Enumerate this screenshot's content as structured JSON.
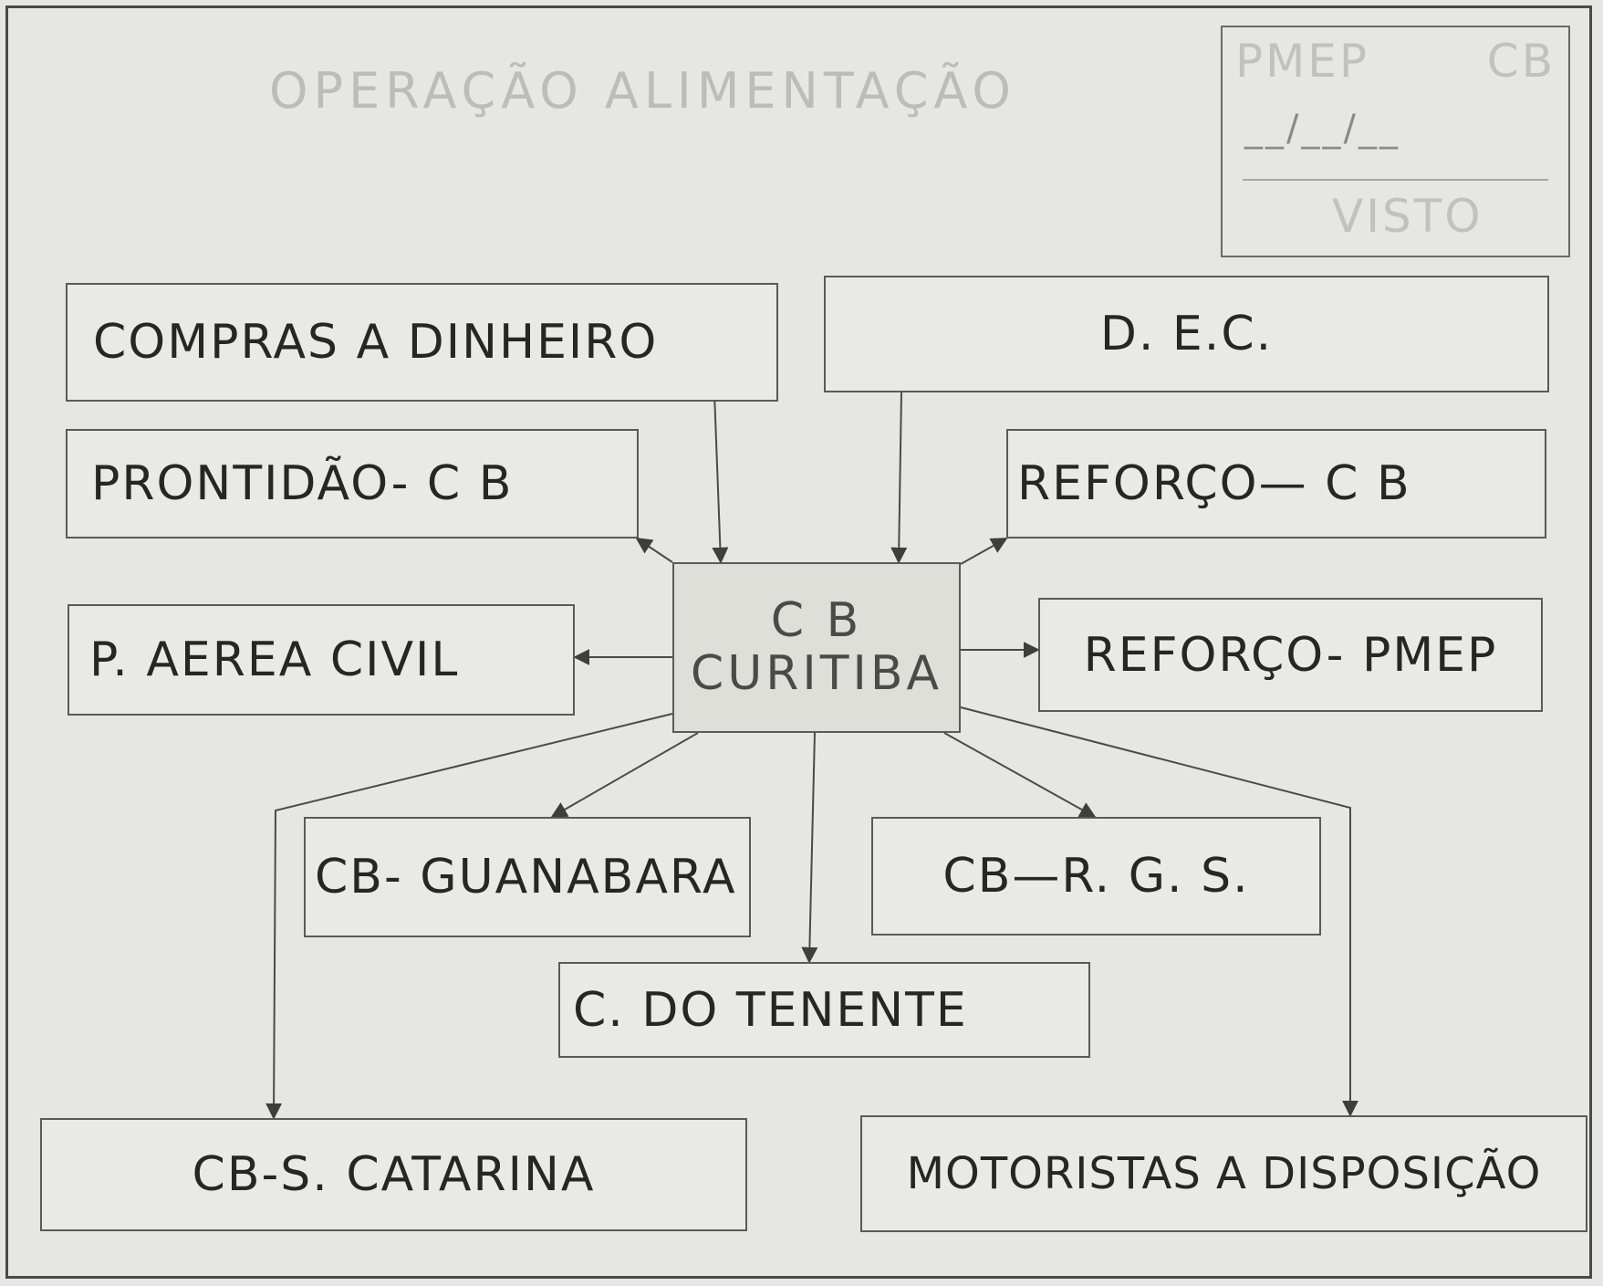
{
  "title": "OPERAÇÃO ALIMENTAÇÃO",
  "stamp": {
    "left_label": "PMEP",
    "right_label": "CB",
    "date_line": "__/__/__",
    "footer": "VISTO"
  },
  "hub": {
    "line1": "C B",
    "line2": "CURITIBA"
  },
  "boxes": {
    "compras": "COMPRAS A DINHEIRO",
    "dec": "D. E.C.",
    "prontidao": "PRONTIDÃO-   C B",
    "reforco_cb": "REFORÇO—   C B",
    "aerea": "P. AEREA  CIVIL",
    "reforco_pmep": "REFORÇO- PMEP",
    "guanabara": "CB- GUANABARA",
    "rgs": "CB—R. G. S.",
    "tenente": "C. DO TENENTE",
    "catarina": "CB-S. CATARINA",
    "motoristas": "MOTORISTAS A DISPOSIÇÃO"
  }
}
